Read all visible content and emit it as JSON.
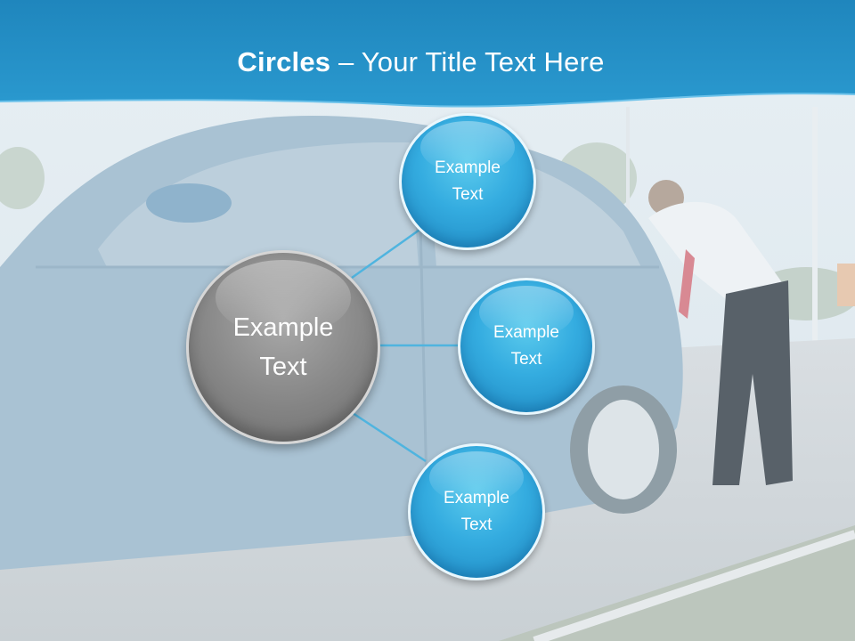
{
  "title": {
    "bold": "Circles",
    "rest": " – Your Title Text Here"
  },
  "diagram": {
    "center": {
      "line1": "Example",
      "line2": "Text"
    },
    "nodes": [
      {
        "line1": "Example",
        "line2": "Text"
      },
      {
        "line1": "Example",
        "line2": "Text"
      },
      {
        "line1": "Example",
        "line2": "Text"
      }
    ]
  },
  "colors": {
    "header": "#2590c6",
    "node": "#34ace0",
    "center": "#8c8c8c",
    "connector": "#4fb4df"
  }
}
